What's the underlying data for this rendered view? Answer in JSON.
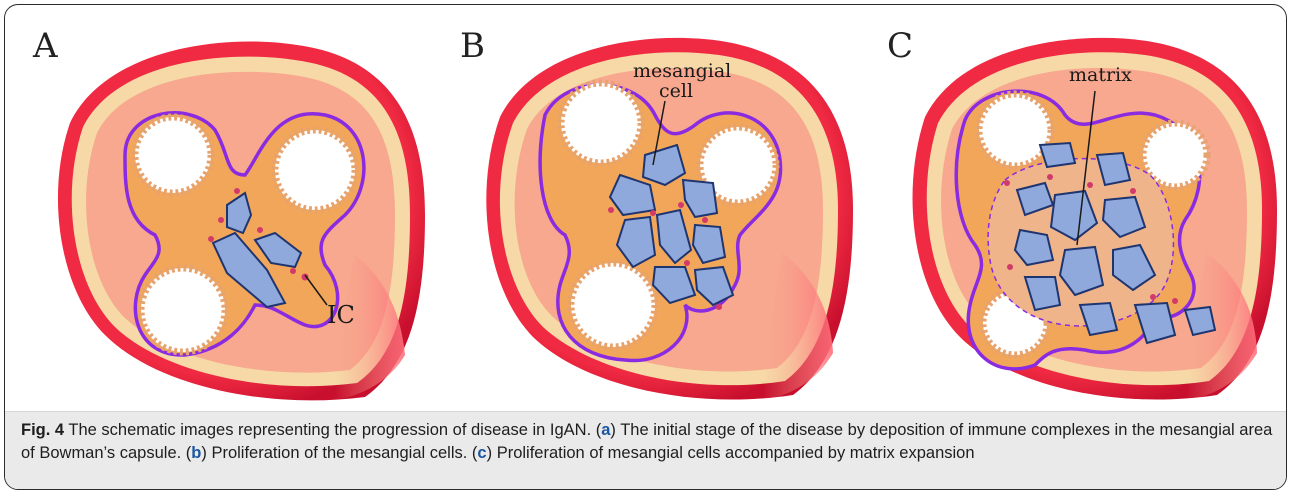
{
  "figure": {
    "panels": [
      {
        "letter": "A",
        "callouts": [
          "IC"
        ]
      },
      {
        "letter": "B",
        "callouts": [
          "mesangial",
          "cell"
        ]
      },
      {
        "letter": "C",
        "callouts": [
          "matrix"
        ]
      }
    ],
    "colors": {
      "capsule": "#e8203a",
      "interior": "#f7a88e",
      "cell_layer": "#f6d9a6",
      "nucleus": "#fff3b0",
      "lumen": "#ffffff",
      "membrane": "#8a2be2",
      "mesangial_cell": "#8fa9dd",
      "mesangial_outline": "#1f3570",
      "mesangial_region": "#f2a65a",
      "immune_complex": "#d23a6a"
    }
  },
  "caption": {
    "label": "Fig. 4",
    "text_1": " The schematic images representing the progression of disease in IgAN. (",
    "ref_a": "a",
    "text_2": ") The initial stage of the disease by deposition of immune complexes in the mesangial area of Bowman’s capsule. (",
    "ref_b": "b",
    "text_3": ") Proliferation of the mesangial cells. (",
    "ref_c": "c",
    "text_4": ") Proliferation of mesangial cells accompanied by matrix expansion"
  }
}
